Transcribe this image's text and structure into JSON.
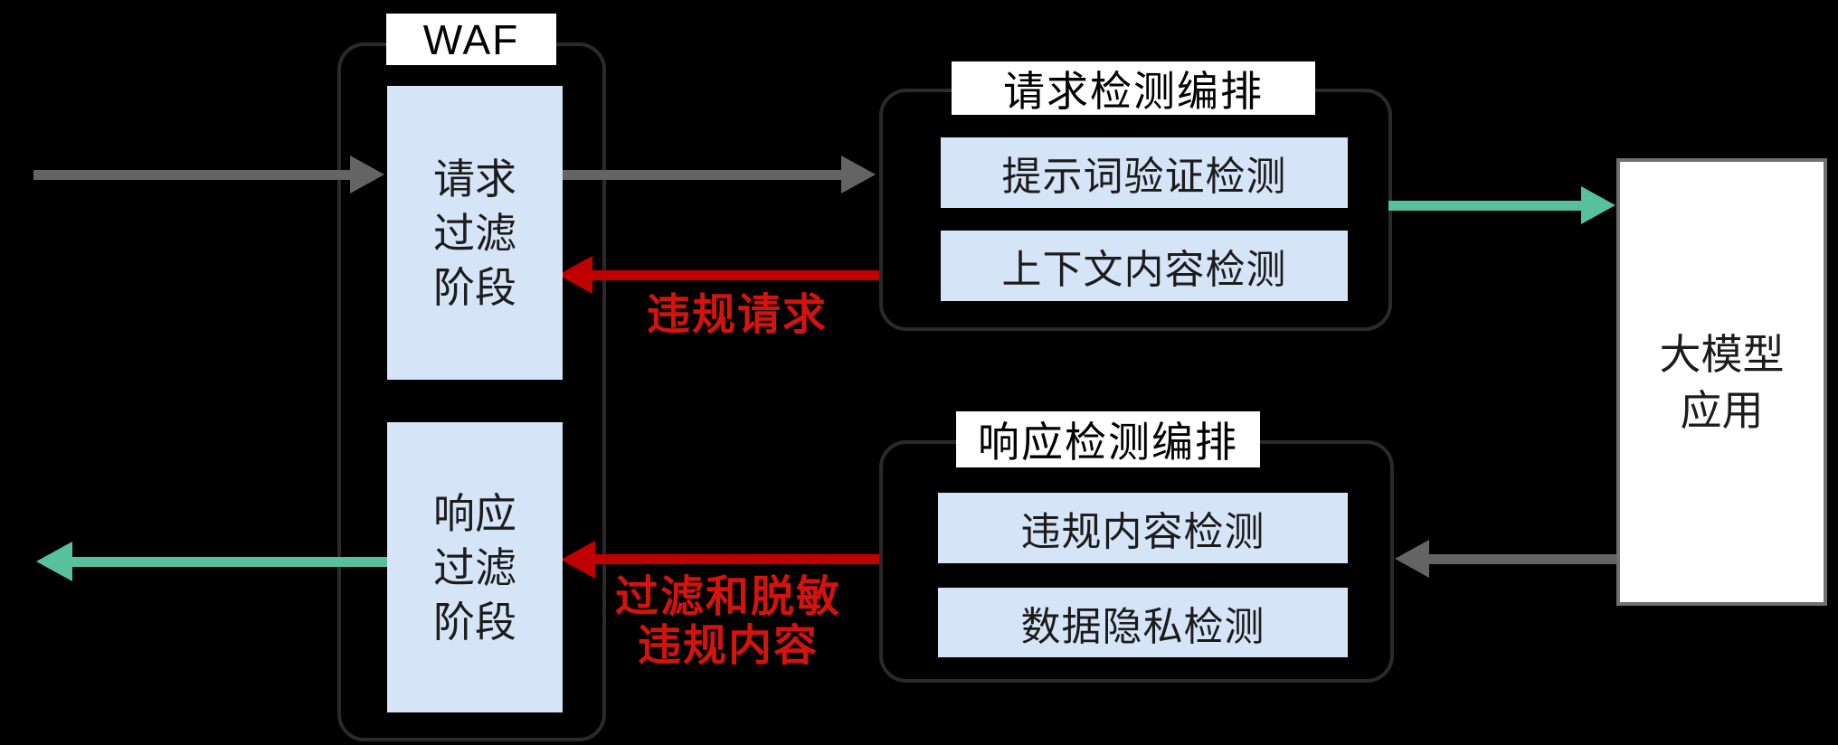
{
  "colors": {
    "background": "#000000",
    "container_border": "#2a2a2a",
    "box_blue": "#d6e4f8",
    "box_white": "#ffffff",
    "text_dark": "#1c1c1c",
    "arrow_gray": "#646464",
    "arrow_green": "#57c19e",
    "arrow_red": "#c00000",
    "label_red": "#d2140d",
    "llm_border": "#707070"
  },
  "waf": {
    "title": "WAF",
    "request_stage": "请求\n过滤\n阶段",
    "response_stage": "响应\n过滤\n阶段"
  },
  "request_orchestration": {
    "title": "请求检测编排",
    "items": [
      {
        "label": "提示词验证检测"
      },
      {
        "label": "上下文内容检测"
      }
    ]
  },
  "response_orchestration": {
    "title": "响应检测编排",
    "items": [
      {
        "label": "违规内容检测"
      },
      {
        "label": "数据隐私检测"
      }
    ]
  },
  "llm_app": {
    "label": "大模型\n应用"
  },
  "flow_labels": {
    "violation_request": "违规请求",
    "filter_desensitize": "过滤和脱敏\n违规内容"
  }
}
